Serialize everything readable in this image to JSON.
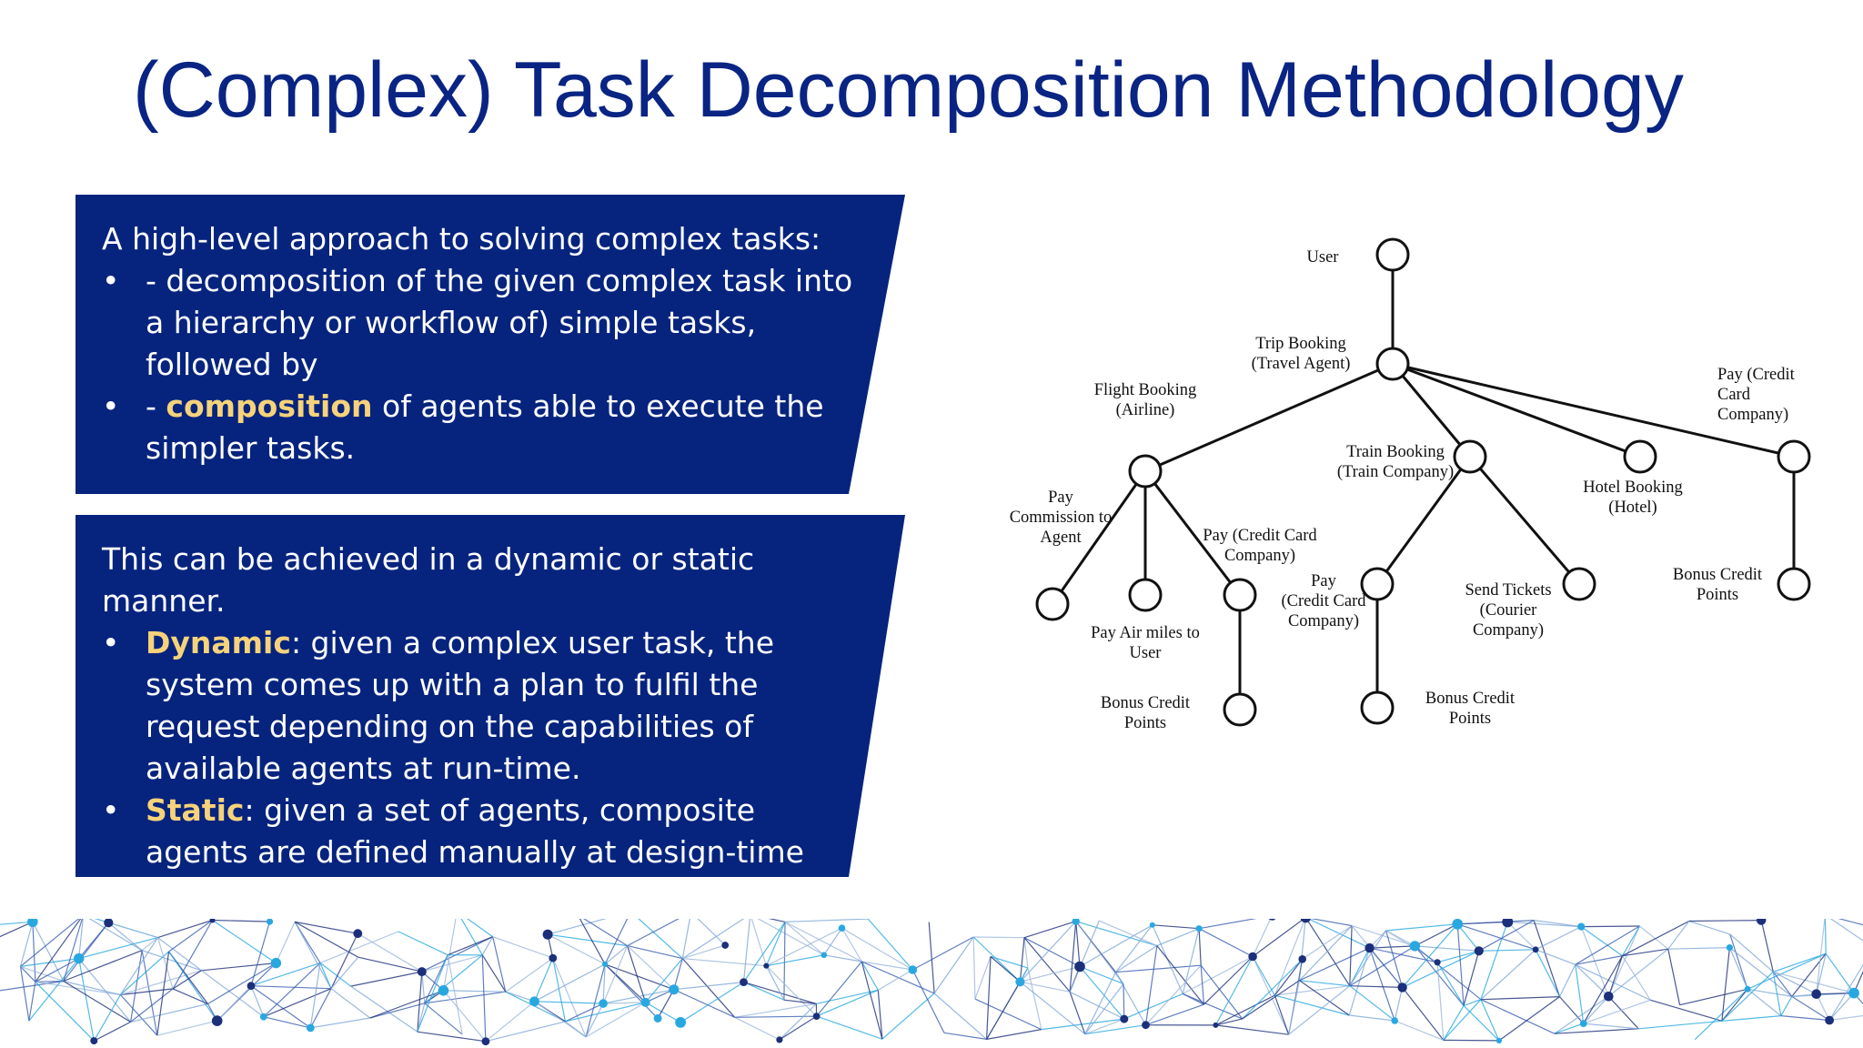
{
  "title": "(Complex) Task Decomposition Methodology",
  "panel_approach": {
    "intro": "A high-level approach to solving complex tasks:",
    "bullets": [
      {
        "before": "- decomposition of the given complex task into a hierarchy or workflow of) simple tasks, followed by",
        "highlight": "",
        "after": ""
      },
      {
        "before": "- ",
        "highlight": "composition",
        "after": " of agents able to execute the simpler tasks."
      }
    ]
  },
  "panel_manner": {
    "intro": "This can be achieved in a dynamic or static manner.",
    "bullets": [
      {
        "before": "",
        "highlight": "Dynamic",
        "after": ": given a complex user task, the system comes up with a plan to fulfil the request depending on the capabilities of available agents at run-time."
      },
      {
        "before": "",
        "highlight": "Static",
        "after": ": given a set of agents, composite agents are defined manually at design-time combining their capabilities."
      }
    ]
  },
  "colors": {
    "title": "#0a2483",
    "panel": "#06247e",
    "highlight": "#f6d27a"
  },
  "diagram": {
    "nodes": [
      {
        "id": "user",
        "label": [
          "User"
        ]
      },
      {
        "id": "trip",
        "label": [
          "Trip Booking",
          "(Travel Agent)"
        ]
      },
      {
        "id": "flight",
        "label": [
          "Flight Booking",
          "(Airline)"
        ]
      },
      {
        "id": "train",
        "label": [
          "Train Booking",
          "(Train Company)"
        ]
      },
      {
        "id": "hotel",
        "label": [
          "Hotel  Booking",
          "(Hotel)"
        ]
      },
      {
        "id": "paycc_top",
        "label": [
          "Pay (Credit",
          "Card",
          "Company)"
        ]
      },
      {
        "id": "paycomm",
        "label": [
          "Pay",
          "Commission to",
          "Agent"
        ]
      },
      {
        "id": "airmiles",
        "label": [
          "Pay Air miles to",
          "User"
        ]
      },
      {
        "id": "paycc_flight",
        "label": [
          "Pay (Credit Card",
          "Company)"
        ]
      },
      {
        "id": "bonus_flight",
        "label": [
          "Bonus Credit",
          "Points"
        ]
      },
      {
        "id": "paycc_train",
        "label": [
          "Pay",
          "(Credit Card",
          "Company)"
        ]
      },
      {
        "id": "bonus_train",
        "label": [
          "Bonus Credit",
          "Points"
        ]
      },
      {
        "id": "tickets",
        "label": [
          "Send Tickets",
          "(Courier",
          "Company)"
        ]
      },
      {
        "id": "bonus_top",
        "label": [
          "Bonus Credit",
          "Points"
        ]
      }
    ],
    "edges": [
      [
        "user",
        "trip"
      ],
      [
        "trip",
        "flight"
      ],
      [
        "trip",
        "train"
      ],
      [
        "trip",
        "hotel"
      ],
      [
        "trip",
        "paycc_top"
      ],
      [
        "flight",
        "paycomm"
      ],
      [
        "flight",
        "airmiles"
      ],
      [
        "flight",
        "paycc_flight"
      ],
      [
        "paycc_flight",
        "bonus_flight"
      ],
      [
        "train",
        "paycc_train"
      ],
      [
        "train",
        "tickets"
      ],
      [
        "paycc_train",
        "bonus_train"
      ],
      [
        "paycc_top",
        "bonus_top"
      ]
    ]
  }
}
